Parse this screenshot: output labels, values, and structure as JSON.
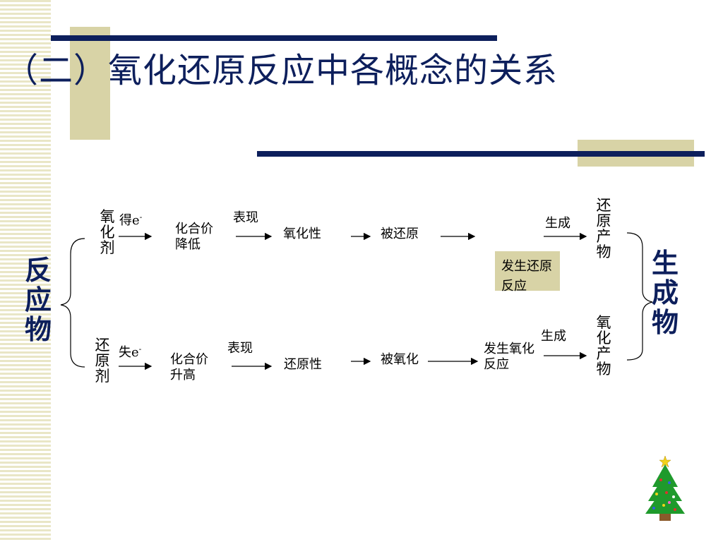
{
  "title": "（二）氧化还原反应中各概念的关系",
  "left_group": "反应物",
  "right_group": "生成物",
  "top_row": {
    "agent": "氧化剂",
    "electron": "得e",
    "electron_sup": "-",
    "valence": "化合价降低",
    "manifest": "表现",
    "property": "氧化性",
    "process": "被还原",
    "reaction": "发生还原反应",
    "forms": "生成",
    "product": "还原产物"
  },
  "bottom_row": {
    "agent": "还原剂",
    "electron": "失e",
    "electron_sup": "-",
    "valence": "化合价升高",
    "manifest": "表现",
    "property": "还原性",
    "process": "被氧化",
    "reaction": "发生氧化反应",
    "forms": "生成",
    "product": "氧化产物"
  },
  "colors": {
    "navy": "#0d1f5c",
    "tan": "#d8d3a6",
    "stripe": "#e9e6c6"
  },
  "icons": [
    "christmas-tree-icon"
  ]
}
